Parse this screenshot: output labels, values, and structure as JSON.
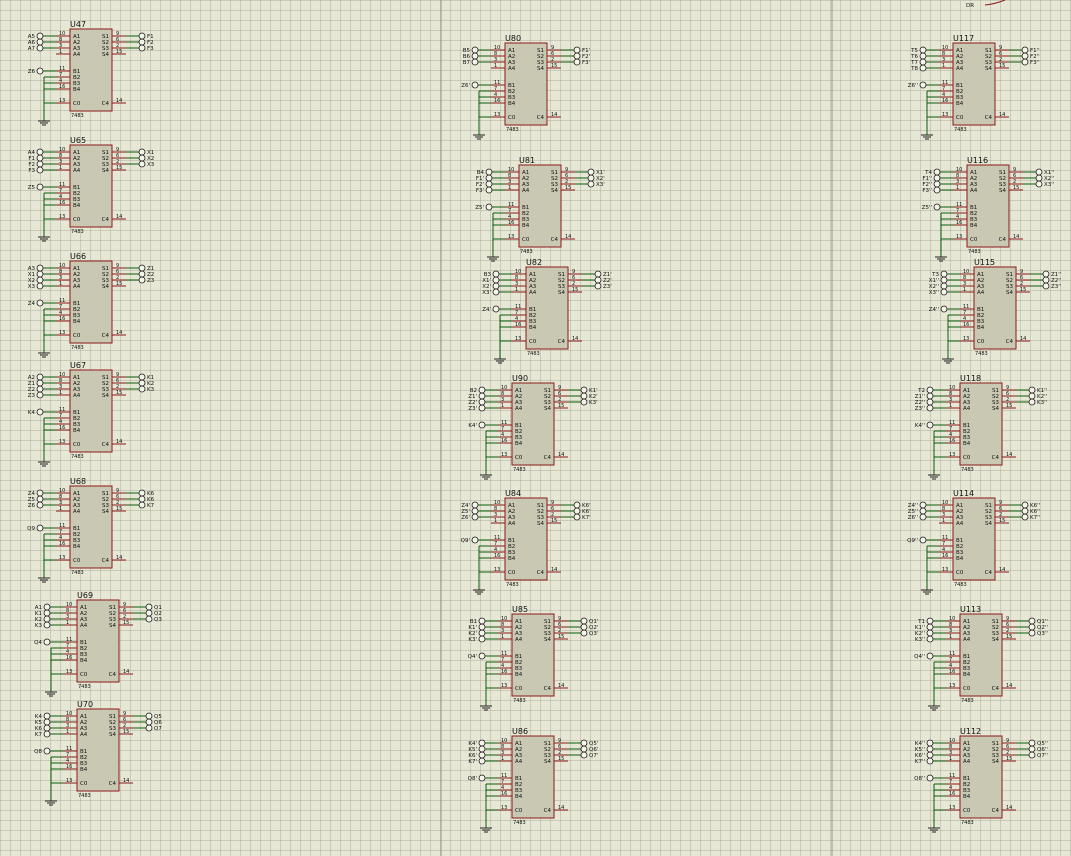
{
  "app": {
    "name": "schematic-capture"
  },
  "part_type": "7483",
  "top_label": "DR",
  "pins": {
    "left": [
      {
        "name": "A1",
        "num": "10"
      },
      {
        "name": "A2",
        "num": "8"
      },
      {
        "name": "A3",
        "num": "3"
      },
      {
        "name": "A4",
        "num": "1"
      },
      {
        "name": "B1",
        "num": "11"
      },
      {
        "name": "B2",
        "num": "7"
      },
      {
        "name": "B3",
        "num": "4"
      },
      {
        "name": "B4",
        "num": "16"
      },
      {
        "name": "C0",
        "num": "13"
      }
    ],
    "right": [
      {
        "name": "S1",
        "num": "9"
      },
      {
        "name": "S2",
        "num": "6"
      },
      {
        "name": "S3",
        "num": "2"
      },
      {
        "name": "S4",
        "num": "15"
      },
      {
        "name": "C4",
        "num": "14"
      }
    ]
  },
  "chips": [
    {
      "ref": "U47",
      "a": [
        "A5",
        "A6",
        "A7",
        ""
      ],
      "b": "Z6",
      "s": [
        "F1",
        "F2",
        "F3"
      ]
    },
    {
      "ref": "U65",
      "a": [
        "A4",
        "F1",
        "F2",
        "F3"
      ],
      "b": "Z5",
      "s": [
        "X1",
        "X2",
        "X3"
      ]
    },
    {
      "ref": "U66",
      "a": [
        "A3",
        "X1",
        "X2",
        "X3"
      ],
      "b": "Z4",
      "s": [
        "Z1",
        "Z2",
        "Z3"
      ]
    },
    {
      "ref": "U67",
      "a": [
        "A2",
        "Z1",
        "Z2",
        "Z3"
      ],
      "b": "K4",
      "s": [
        "K1",
        "K2",
        "K3"
      ]
    },
    {
      "ref": "U68",
      "a": [
        "Z4",
        "Z5",
        "Z6",
        ""
      ],
      "b": "Q9",
      "s": [
        "K6",
        "K6",
        "K7"
      ]
    },
    {
      "ref": "U69",
      "a": [
        "A1",
        "K1",
        "K2",
        "K3"
      ],
      "b": "Q4",
      "s": [
        "Q1",
        "Q2",
        "Q3"
      ]
    },
    {
      "ref": "U70",
      "a": [
        "K4",
        "K5",
        "K6",
        "K7"
      ],
      "b": "Q8",
      "s": [
        "Q5",
        "Q6",
        "Q7"
      ]
    },
    {
      "ref": "U80",
      "a": [
        "B5",
        "B6",
        "B7",
        ""
      ],
      "b": "Z6'",
      "s": [
        "F1'",
        "F2'",
        "F3'"
      ]
    },
    {
      "ref": "U81",
      "a": [
        "B4",
        "F1'",
        "F2'",
        "F3'"
      ],
      "b": "Z5'",
      "s": [
        "X1'",
        "X2'",
        "X3'"
      ]
    },
    {
      "ref": "U82",
      "a": [
        "B3",
        "X1'",
        "X2'",
        "X3'"
      ],
      "b": "Z4'",
      "s": [
        "Z1'",
        "Z2'",
        "Z3'"
      ]
    },
    {
      "ref": "U90",
      "a": [
        "B2",
        "Z1'",
        "Z2'",
        "Z3'"
      ],
      "b": "K4'",
      "s": [
        "K1'",
        "K2'",
        "K3'"
      ]
    },
    {
      "ref": "U84",
      "a": [
        "Z4'",
        "Z5'",
        "Z6'",
        ""
      ],
      "b": "Q9'",
      "s": [
        "K6'",
        "K6'",
        "K7'"
      ]
    },
    {
      "ref": "U85",
      "a": [
        "B1",
        "K1'",
        "K2'",
        "K3'"
      ],
      "b": "Q4'",
      "s": [
        "Q1'",
        "Q2'",
        "Q3'"
      ]
    },
    {
      "ref": "U86",
      "a": [
        "K4'",
        "K5'",
        "K6'",
        "K7'"
      ],
      "b": "Q8'",
      "s": [
        "Q5'",
        "Q6'",
        "Q7'"
      ]
    },
    {
      "ref": "U117",
      "a": [
        "T5",
        "T6",
        "T7",
        "T8"
      ],
      "b": "Z6''",
      "s": [
        "F1''",
        "F2''",
        "F3''"
      ]
    },
    {
      "ref": "U116",
      "a": [
        "T4",
        "F1''",
        "F2''",
        "F3''"
      ],
      "b": "Z5''",
      "s": [
        "X1''",
        "X2''",
        "X3''"
      ]
    },
    {
      "ref": "U115",
      "a": [
        "T3",
        "X1''",
        "X2''",
        "X3''"
      ],
      "b": "Z4''",
      "s": [
        "Z1''",
        "Z2''",
        "Z3''"
      ]
    },
    {
      "ref": "U118",
      "a": [
        "T2",
        "Z1''",
        "Z2''",
        "Z3''"
      ],
      "b": "K4''",
      "s": [
        "K1''",
        "K2''",
        "K3''"
      ]
    },
    {
      "ref": "U114",
      "a": [
        "Z4''",
        "Z5''",
        "Z6''",
        ""
      ],
      "b": "Q9''",
      "s": [
        "K6''",
        "K6''",
        "K7''"
      ]
    },
    {
      "ref": "U113",
      "a": [
        "T1",
        "K1''",
        "K2''",
        "K3''"
      ],
      "b": "Q4''",
      "s": [
        "Q1''",
        "Q2''",
        "Q3''"
      ]
    },
    {
      "ref": "U112",
      "a": [
        "K4''",
        "K5''",
        "K6''",
        "K7''"
      ],
      "b": "Q8''",
      "s": [
        "Q5''",
        "Q6''",
        "Q7''"
      ]
    }
  ]
}
